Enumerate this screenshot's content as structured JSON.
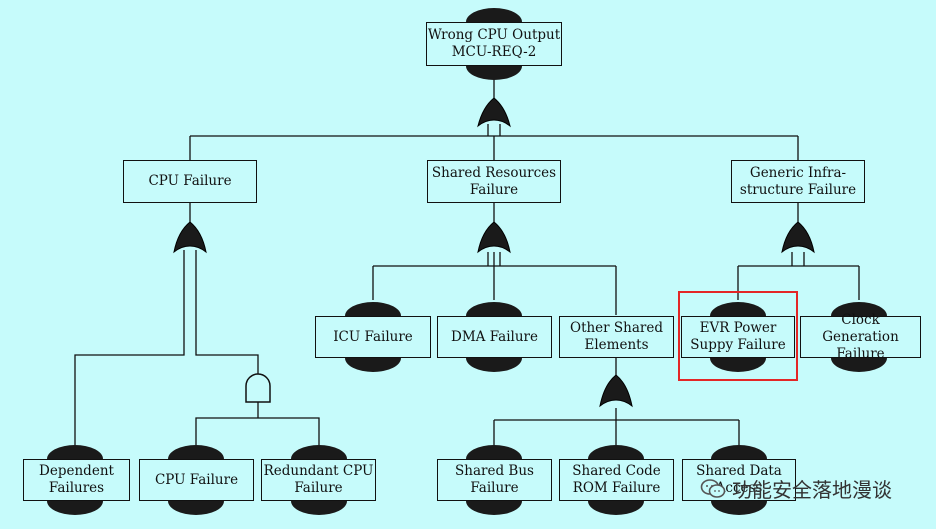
{
  "nodes": {
    "top": "Wrong CPU Output\nMCU-REQ-2",
    "cpu_failure_group": "CPU Failure",
    "shared_resources": "Shared Resources\nFailure",
    "generic_infra": "Generic Infra-\nstructure Failure",
    "icu": "ICU Failure",
    "dma": "DMA Failure",
    "other_shared": "Other Shared\nElements",
    "evr_power": "EVR Power\nSuppy Failure",
    "clock_gen": "Clock Generation\nFailure",
    "dependent": "Dependent\nFailures",
    "cpu_failure_basic": "CPU Failure",
    "redundant_cpu": "Redundant CPU\nFailure",
    "shared_bus": "Shared Bus\nFailure",
    "shared_code_rom": "Shared Code\nROM Failure",
    "shared_data": "Shared Data\nAccess"
  },
  "watermark": "功能安全落地漫谈",
  "colors": {
    "background": "#c6fbfb",
    "highlight": "#e32626",
    "line": "#111111"
  }
}
